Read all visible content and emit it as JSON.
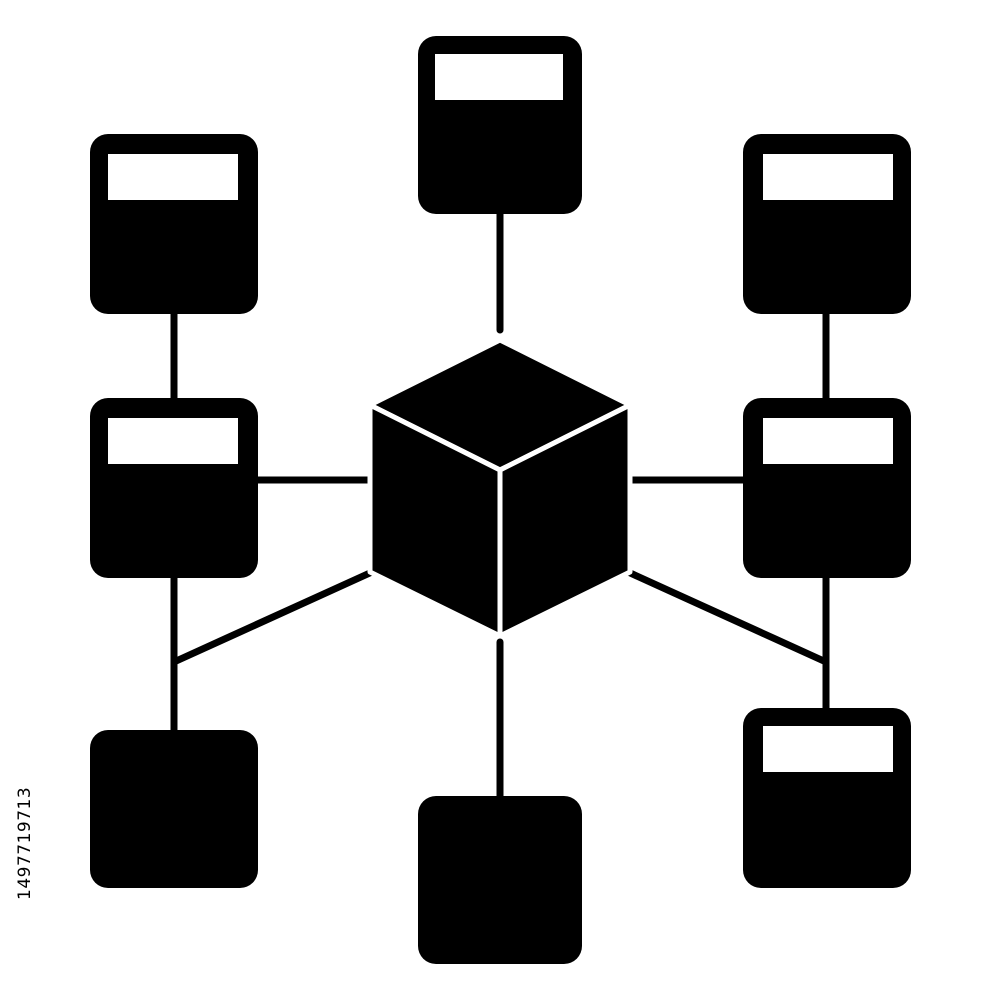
{
  "diagram": {
    "description_hidden": "",
    "colors": {
      "ink": "#000000",
      "paper": "#ffffff"
    },
    "hub": {
      "icon": "cube-icon"
    },
    "nodes": [
      {
        "id": "top-center",
        "icon": "server-box-icon",
        "has_label_strip": true
      },
      {
        "id": "upper-left",
        "icon": "server-box-icon",
        "has_label_strip": true
      },
      {
        "id": "upper-right",
        "icon": "server-box-icon",
        "has_label_strip": true
      },
      {
        "id": "middle-left",
        "icon": "server-box-icon",
        "has_label_strip": true
      },
      {
        "id": "middle-right",
        "icon": "server-box-icon",
        "has_label_strip": true
      },
      {
        "id": "lower-left",
        "icon": "server-box-icon",
        "has_label_strip": false
      },
      {
        "id": "bottom-center",
        "icon": "server-box-icon",
        "has_label_strip": false
      },
      {
        "id": "lower-right",
        "icon": "server-box-icon",
        "has_label_strip": true
      }
    ],
    "stock_id": "1497719713"
  }
}
